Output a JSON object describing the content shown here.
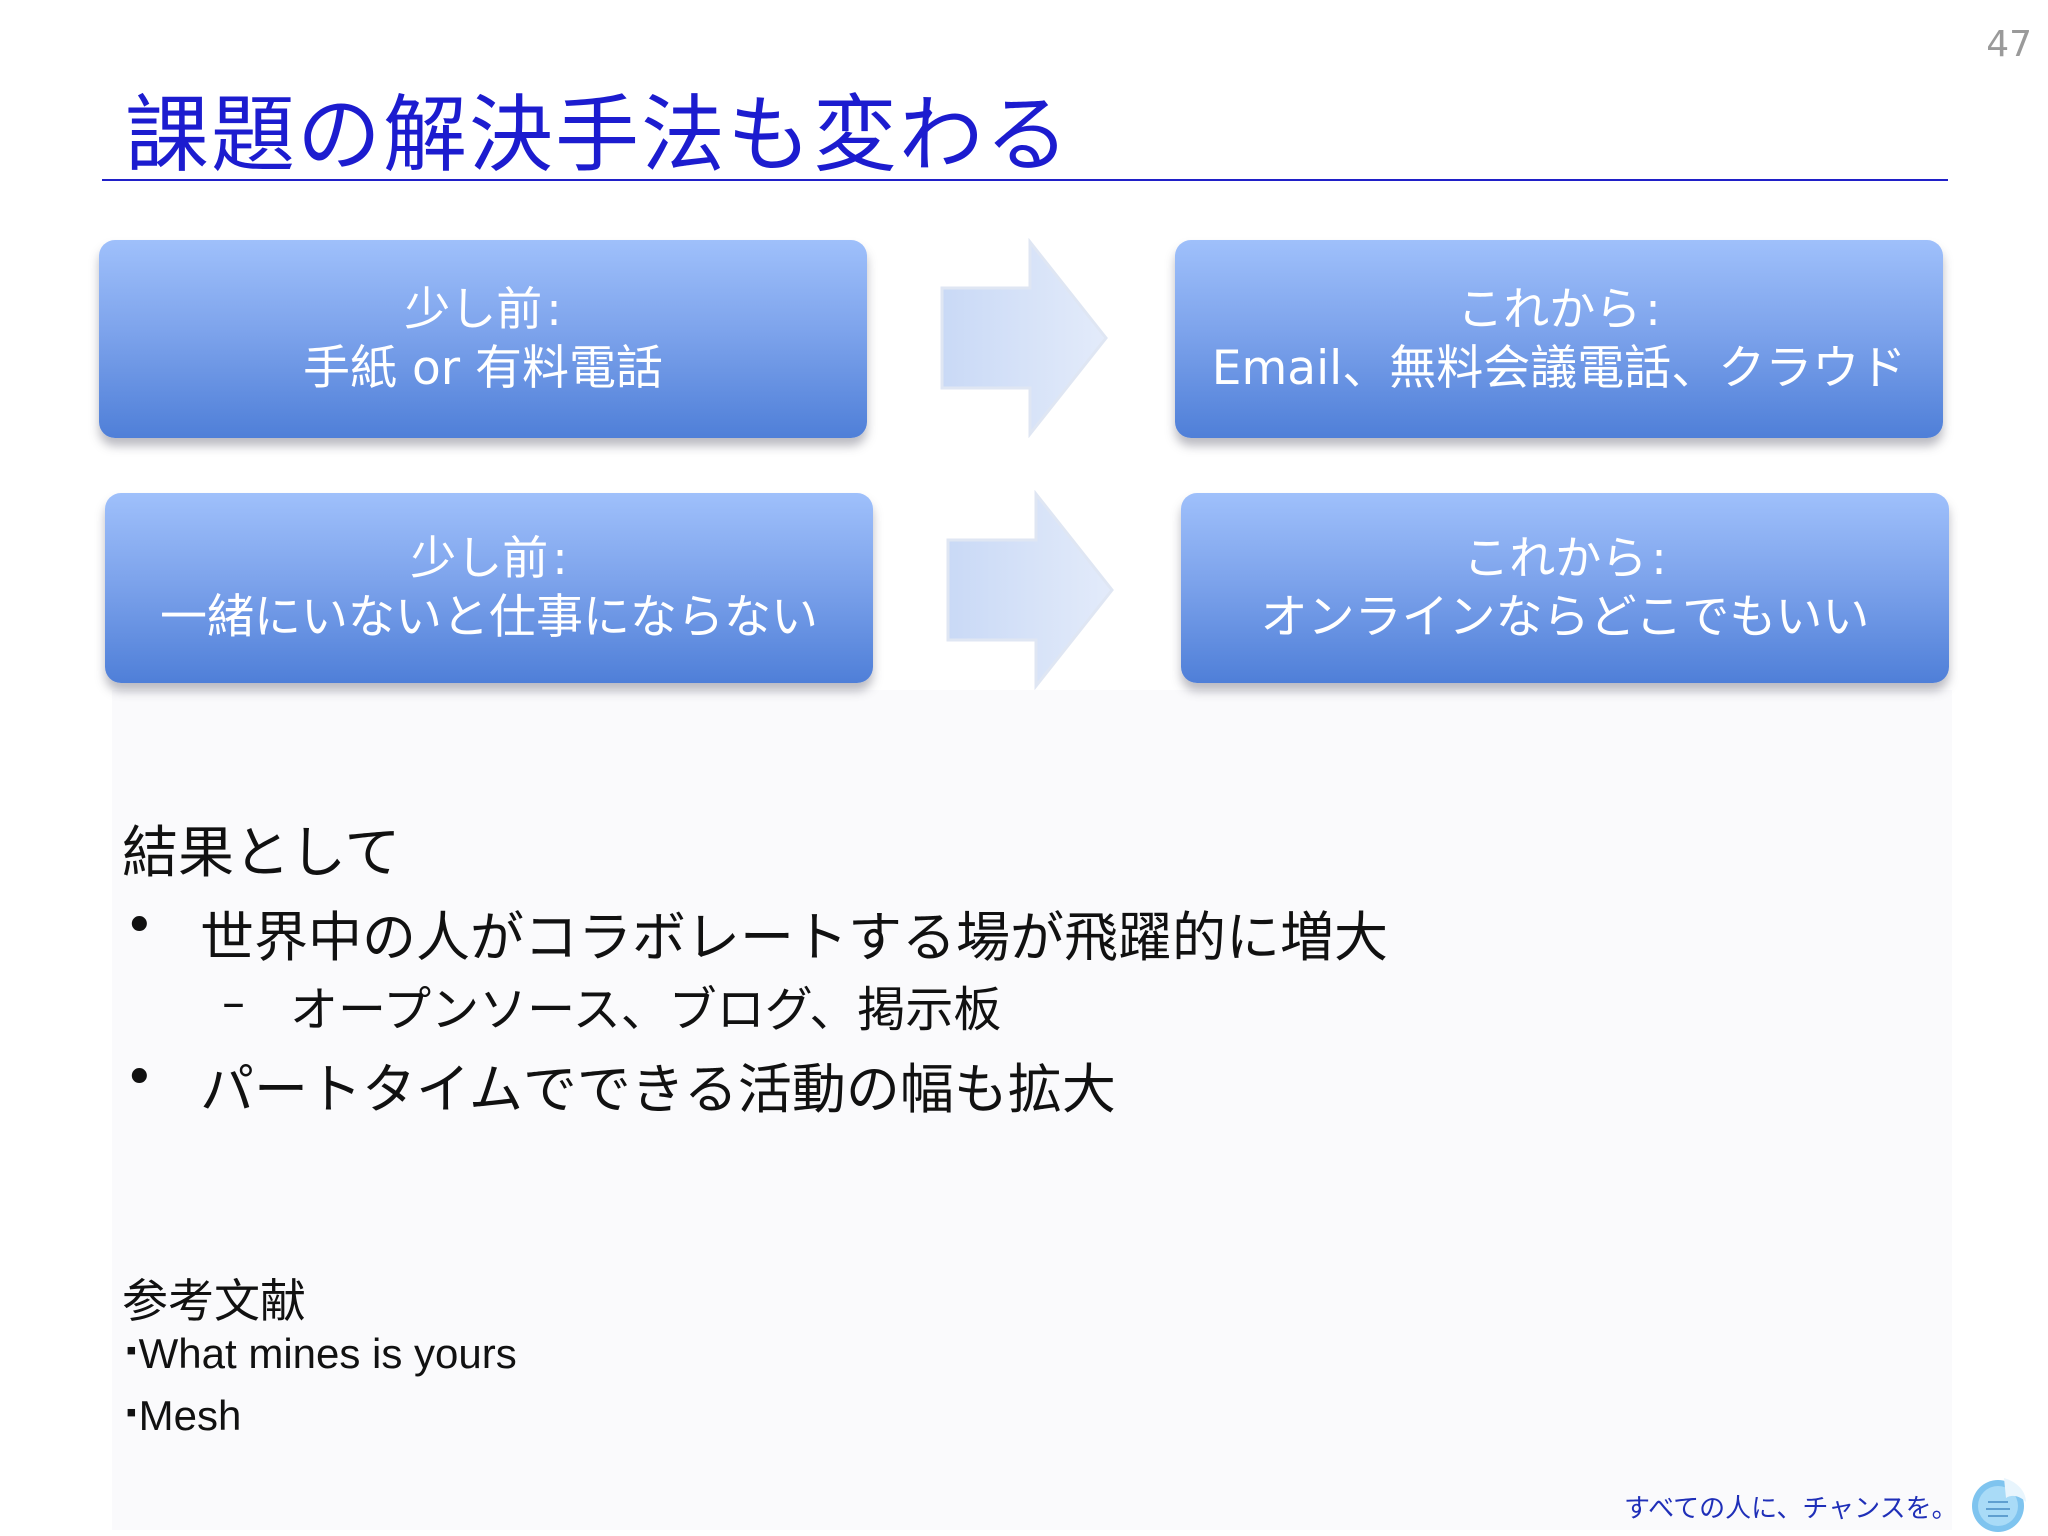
{
  "slide": {
    "page_number": "47",
    "title": "課題の解決手法も変わる",
    "comparisons": [
      {
        "before_label": "少し前",
        "before_text": "手紙 or 有料電話",
        "after_label": "これから",
        "after_text": "Email、無料会議電話、クラウド"
      },
      {
        "before_label": "少し前",
        "before_text": "一緒にいないと仕事にならない",
        "after_label": "これから",
        "after_text": "オンラインならどこでもいい"
      }
    ],
    "result_heading": "結果として",
    "bullets": [
      "世界中の人がコラボレートする場が飛躍的に増大",
      "パートタイムでできる活動の幅も拡大"
    ],
    "sub_bullet": "オープンソース、ブログ、掲示板",
    "references_heading": "参考文献",
    "references": [
      "What mines is yours",
      "Mesh"
    ],
    "tagline": "すべての人に、チャンスを。",
    "colors": {
      "title": "#1c1ccf",
      "rule": "#2020c8",
      "box_top": "#9fc0fb",
      "box_bottom": "#4f7fd8",
      "tagline": "#1f2fb8"
    },
    "icons": [
      "right-arrow-icon",
      "dove-logo-icon"
    ]
  }
}
